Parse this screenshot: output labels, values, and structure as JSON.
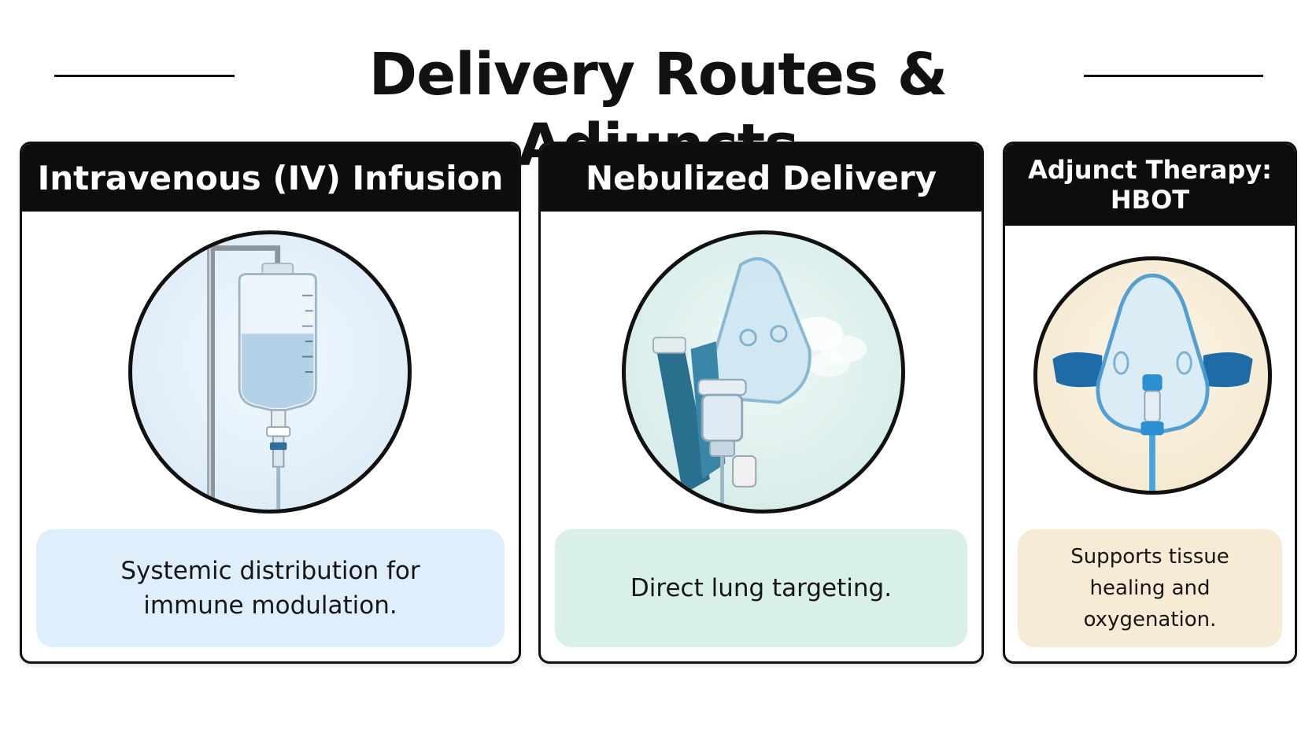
{
  "title": "Delivery Routes & Adjuncts",
  "cards": [
    {
      "heading": "Intravenous (IV) Infusion",
      "description": "Systemic distribution for immune modulation.",
      "accent": "#dfeefb"
    },
    {
      "heading": "Nebulized Delivery",
      "description": "Direct lung targeting.",
      "accent": "#d9f0ea"
    },
    {
      "heading": "Adjunct Therapy: HBOT",
      "description": "Supports tissue healing and oxygenation.",
      "accent": "#f8ebd6"
    }
  ],
  "icons": [
    "iv-bag-icon",
    "nebulizer-mask-icon",
    "oxygen-mask-icon"
  ]
}
